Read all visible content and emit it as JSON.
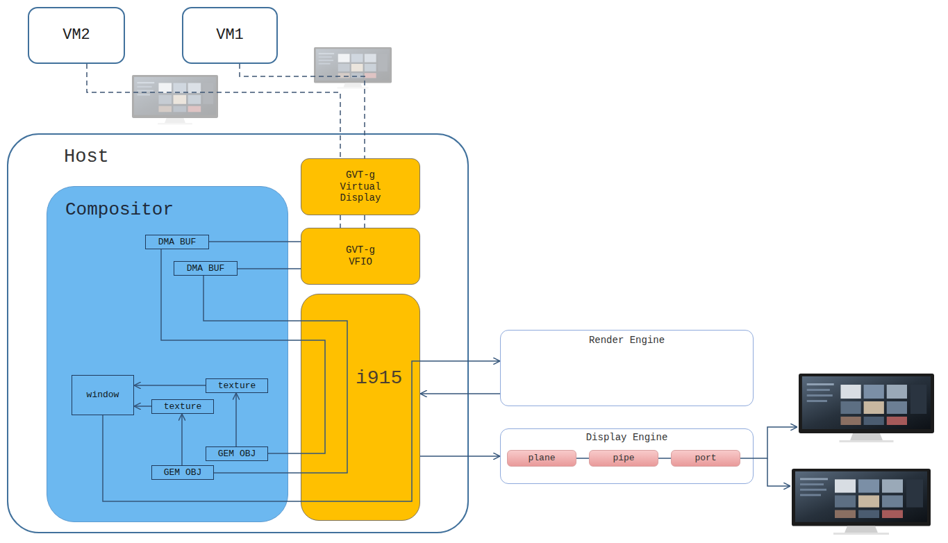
{
  "diagram": {
    "nodes": [
      {
        "text": [
          "VM2"
        ]
      },
      {
        "text": [
          "VM1"
        ]
      },
      {
        "text": [
          "Host"
        ]
      },
      {
        "text": [
          "Compositor"
        ],
        "in": 2
      },
      {
        "text": [
          "DMA BUF"
        ],
        "in": 3
      },
      {
        "text": [
          "DMA BUF"
        ],
        "in": 3
      },
      {
        "text": [
          "window"
        ],
        "in": 3
      },
      {
        "text": [
          "texture"
        ],
        "in": 3
      },
      {
        "text": [
          "texture"
        ],
        "in": 3
      },
      {
        "text": [
          "GEM OBJ"
        ],
        "in": 3
      },
      {
        "text": [
          "GEM OBJ"
        ],
        "in": 3
      },
      {
        "text": [
          "GVT-g Virtual Display"
        ],
        "in": 2
      },
      {
        "text": [
          "GVT-g VFIO"
        ],
        "in": 2
      },
      {
        "text": [
          "i915"
        ],
        "in": 2
      },
      {
        "text": [
          "Render Engine"
        ]
      },
      {
        "text": [
          "Display Engine"
        ]
      },
      {
        "text": [
          "plane"
        ],
        "in": 15
      },
      {
        "text": [
          "pipe"
        ],
        "in": 15
      },
      {
        "text": [
          "port"
        ],
        "in": 15
      }
    ],
    "edges": [
      {
        "from": 0,
        "to": 11,
        "arrow": "none"
      },
      {
        "from": 1,
        "to": 11,
        "arrow": "none"
      },
      {
        "from": 11,
        "to": 12,
        "arrow": "none"
      },
      {
        "from": 11,
        "to": 12,
        "arrow": "none"
      },
      {
        "from": 4,
        "to": 12,
        "arrow": "none"
      },
      {
        "from": 5,
        "to": 12,
        "arrow": "none"
      },
      {
        "from": 4,
        "to": 9,
        "arrow": "none"
      },
      {
        "from": 5,
        "to": 10,
        "arrow": "none"
      },
      {
        "from": 9,
        "to": 7,
        "arrow": "to"
      },
      {
        "from": 10,
        "to": 8,
        "arrow": "to"
      },
      {
        "from": 7,
        "to": 6,
        "arrow": "to"
      },
      {
        "from": 8,
        "to": 6,
        "arrow": "to"
      },
      {
        "from": 6,
        "to": 14,
        "arrow": "to"
      },
      {
        "from": 14,
        "to": 13,
        "arrow": "to"
      },
      {
        "from": 13,
        "to": 15,
        "arrow": "to"
      },
      {
        "from": 16,
        "to": 17,
        "arrow": "none"
      },
      {
        "from": 17,
        "to": 18,
        "arrow": "none"
      }
    ]
  }
}
